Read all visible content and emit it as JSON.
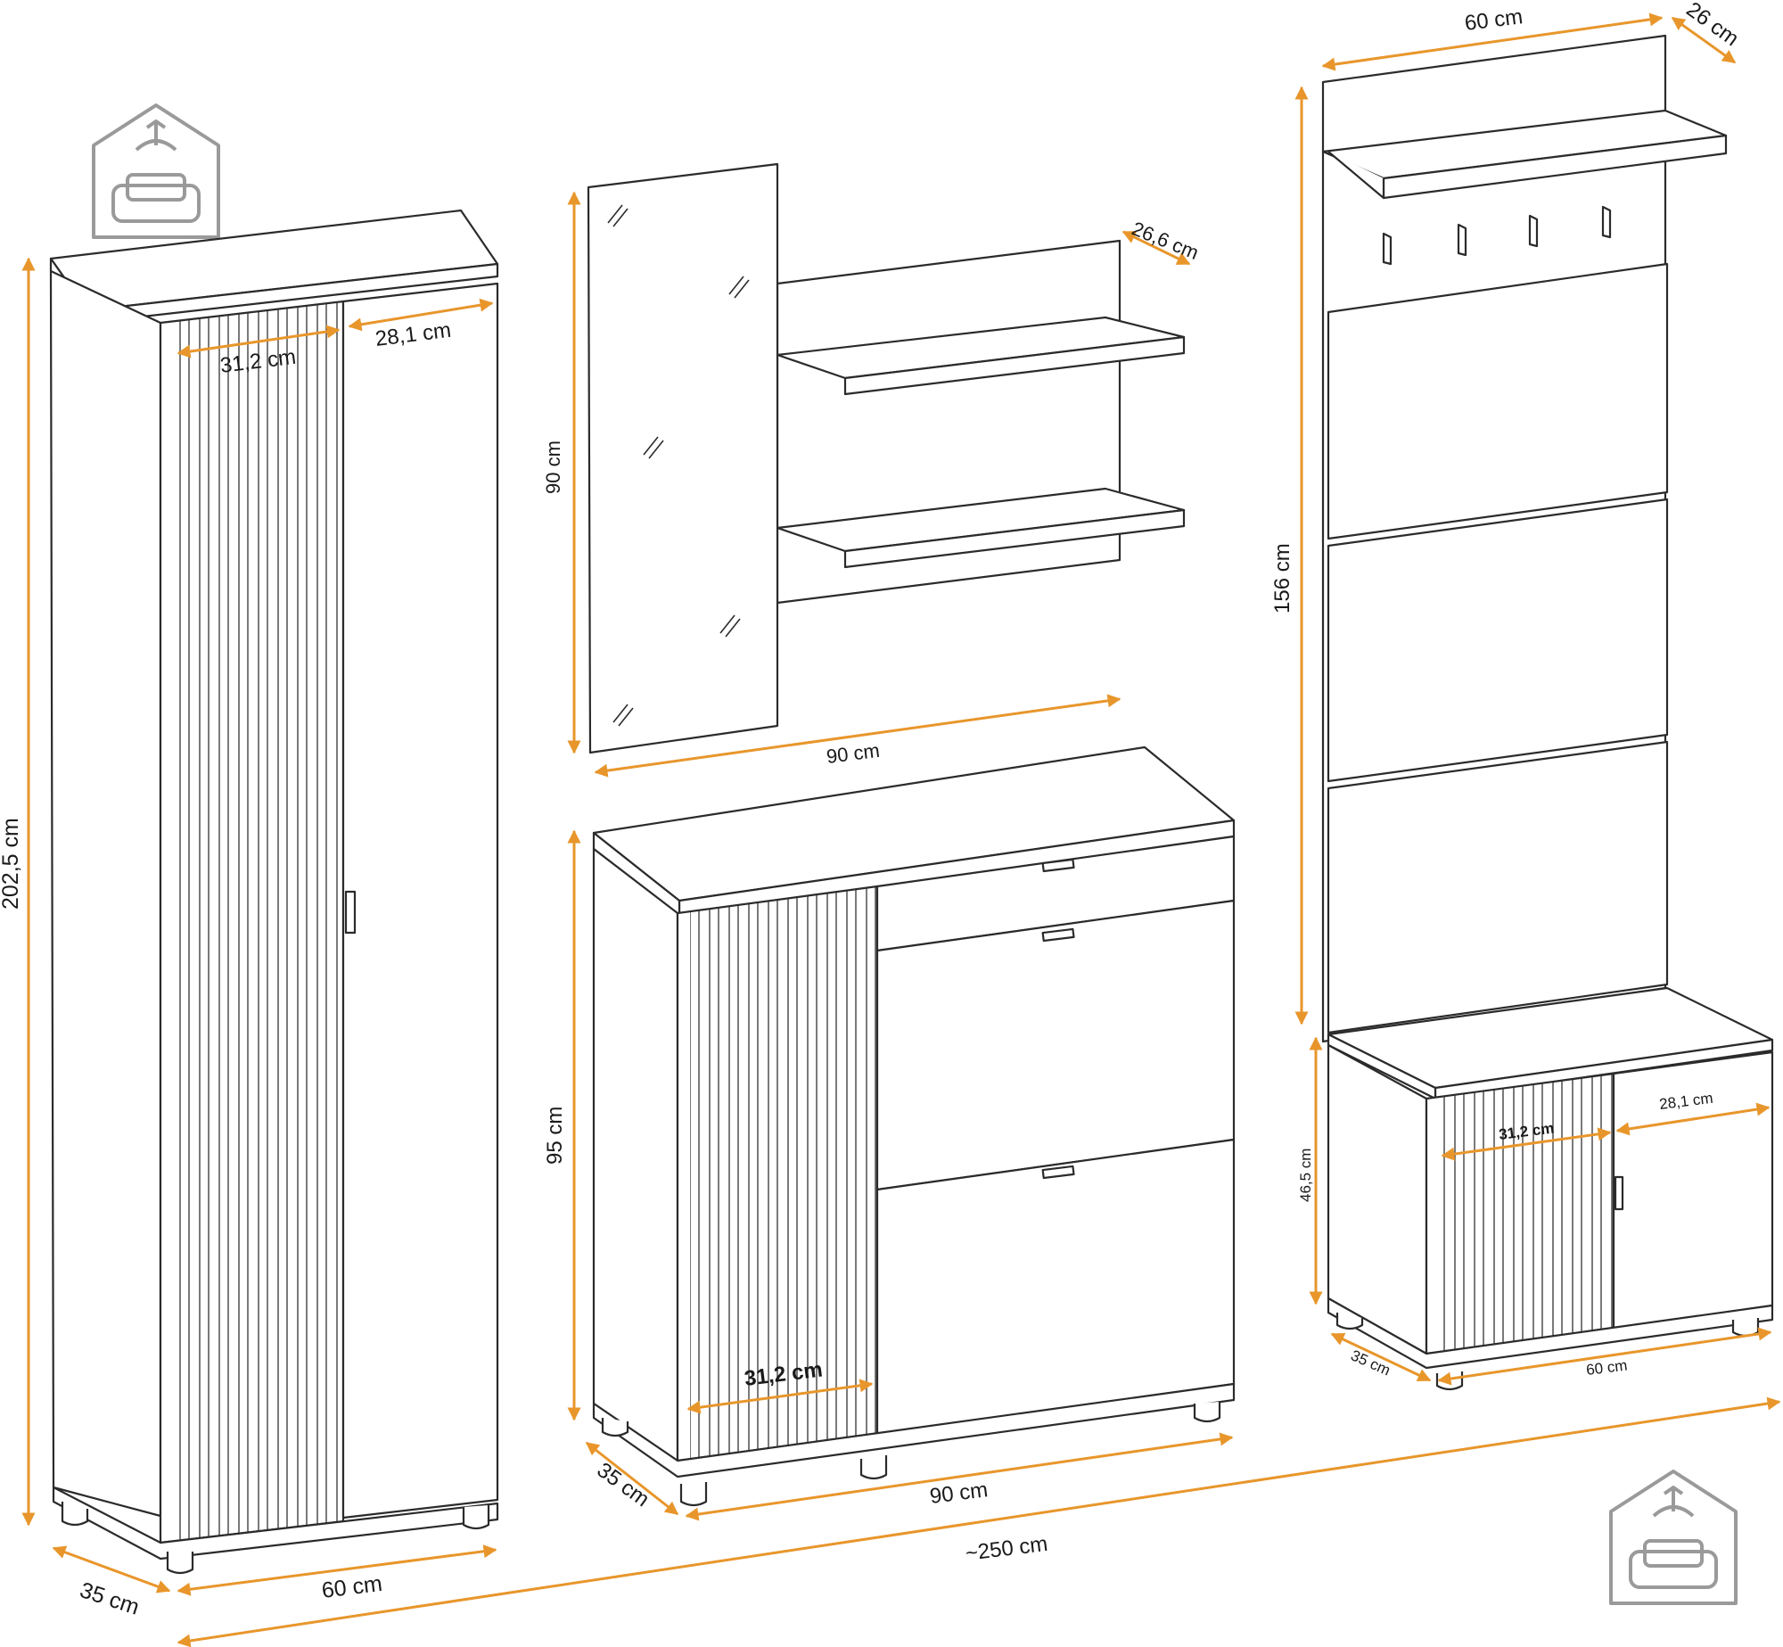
{
  "colors": {
    "accent": "#E8962B",
    "line": "#2b2b2b",
    "logo": "#9a9a9a"
  },
  "icons": [
    "house-sofa-logo-icon",
    "house-sofa-logo-icon"
  ],
  "tall_cabinet": {
    "height": "202,5 cm",
    "width": "60 cm",
    "depth": "35 cm",
    "left_door": "31,2 cm",
    "right_door": "28,1 cm"
  },
  "mirror_shelf": {
    "height": "90 cm",
    "width": "90 cm",
    "shelf_depth": "26,6 cm"
  },
  "shoe_cabinet": {
    "height": "95 cm",
    "width": "90 cm",
    "depth": "35 cm",
    "door": "31,2 cm"
  },
  "hall_panel": {
    "top_width": "60 cm",
    "top_depth": "26 cm",
    "panel_height": "156 cm",
    "bench_height": "46,5 cm",
    "bench_width": "60 cm",
    "bench_depth": "35 cm",
    "left_door": "31,2 cm",
    "right_door": "28,1 cm"
  },
  "total_width": "~250 cm"
}
